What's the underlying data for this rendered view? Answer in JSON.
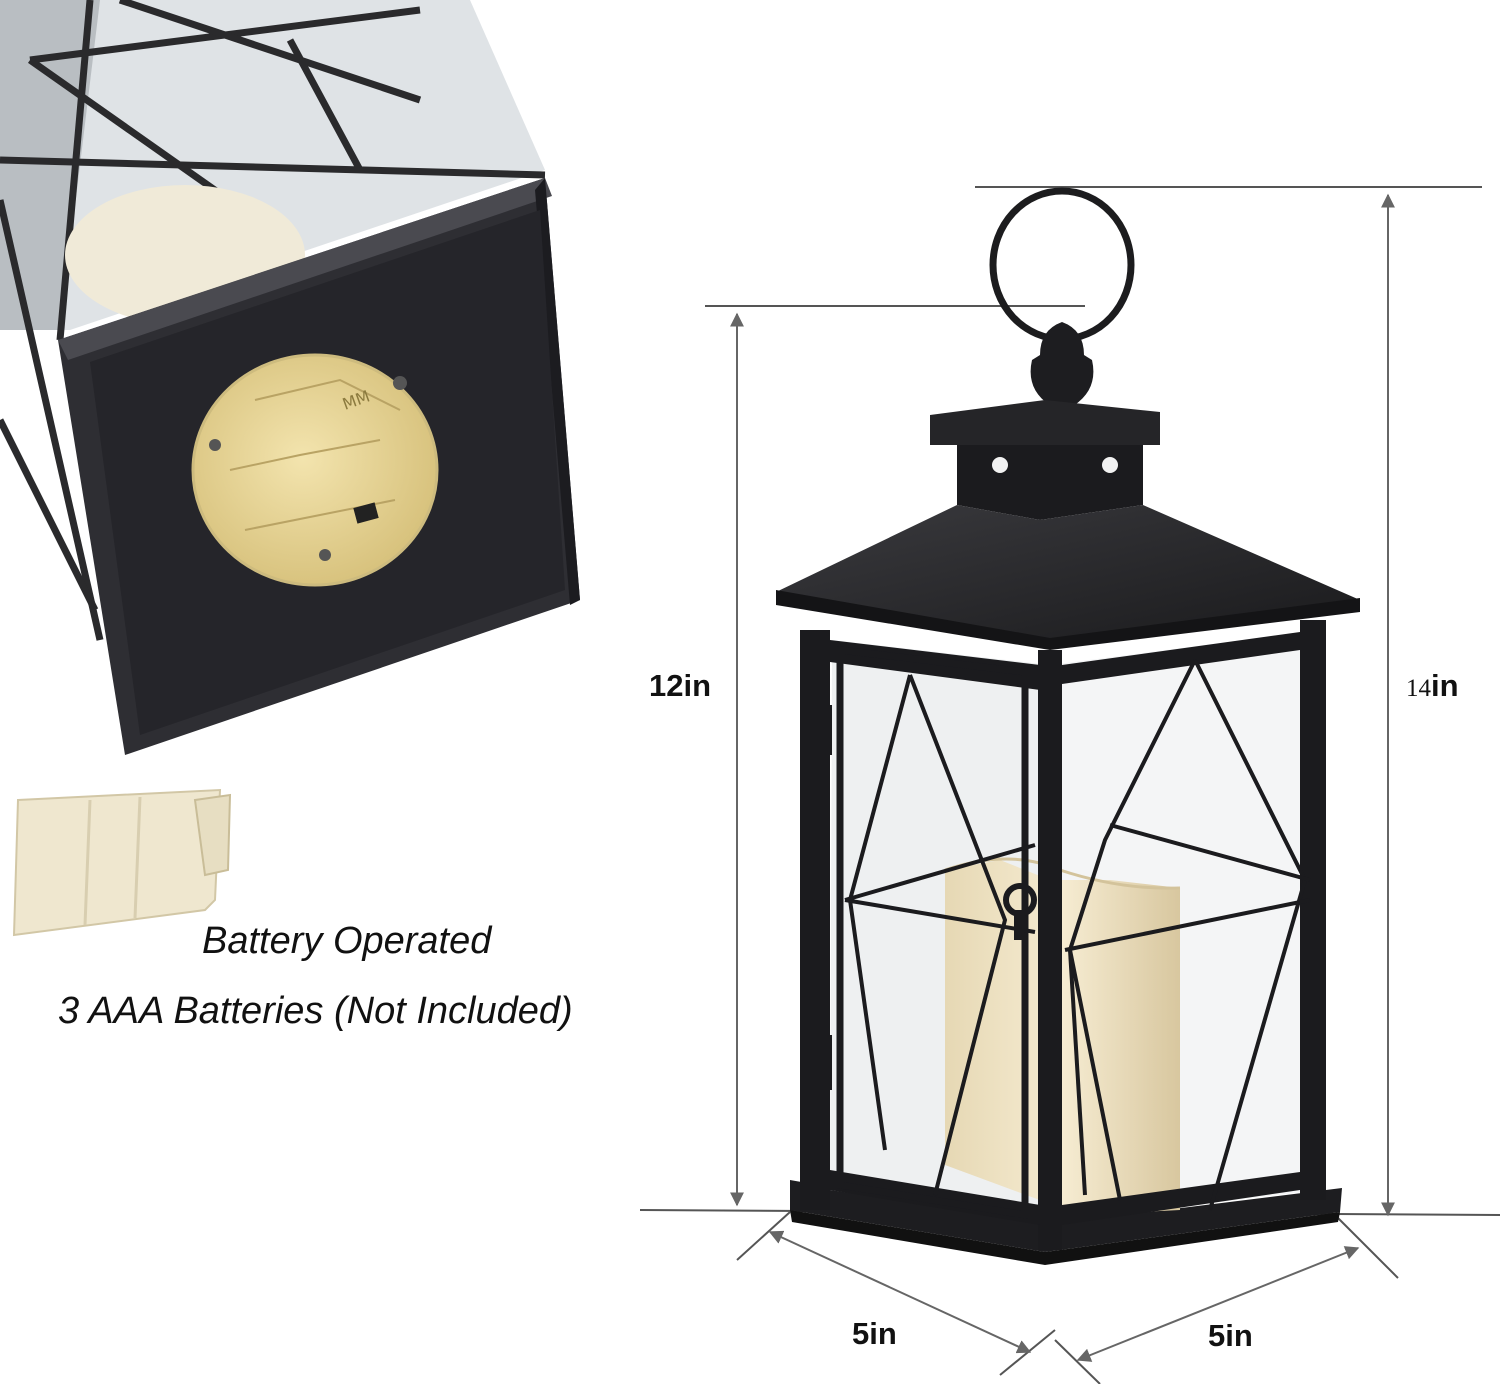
{
  "captions": {
    "line1": "Battery Operated",
    "line2": "3 AAA Batteries (Not Included)"
  },
  "dimensions": {
    "lantern_height": "12in",
    "total_height_number": "14",
    "total_height_unit": "in",
    "base_width_left": "5in",
    "base_width_right": "5in"
  },
  "icons": {
    "lantern_bottom_photo": "lantern-bottom-view",
    "battery_cover": "battery-cover",
    "lantern_photo": "black-metal-lantern"
  },
  "colors": {
    "lantern_black": "#1b1b1d",
    "candle_cream": "#eee2c0",
    "battery_gold": "#e6d49a",
    "dimension_gray": "#6a6a6a"
  }
}
